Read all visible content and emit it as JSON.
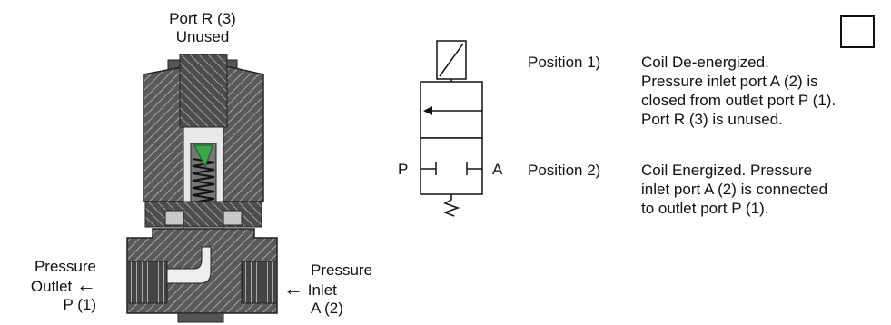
{
  "cutaway": {
    "top_label_line1": "Port R (3)",
    "top_label_line2": "Unused",
    "left_label_line1": "Pressure",
    "left_label_line2": "Outlet",
    "left_label_line3": "P (1)",
    "right_label_line1": "Pressure",
    "right_label_line2": "Inlet",
    "right_label_line3": "A (2)",
    "arrow_glyph": "←"
  },
  "symbol": {
    "port_left": "P",
    "port_right": "A"
  },
  "positions": [
    {
      "label": "Position 1)",
      "lines": [
        "Coil De-energized.",
        "Pressure inlet port A (2) is",
        "closed from outlet port P (1).",
        "Port R (3) is unused."
      ]
    },
    {
      "label": "Position 2)",
      "lines": [
        "Coil Energized. Pressure",
        "inlet port A (2) is connected",
        "to outlet port P (1)."
      ]
    }
  ]
}
